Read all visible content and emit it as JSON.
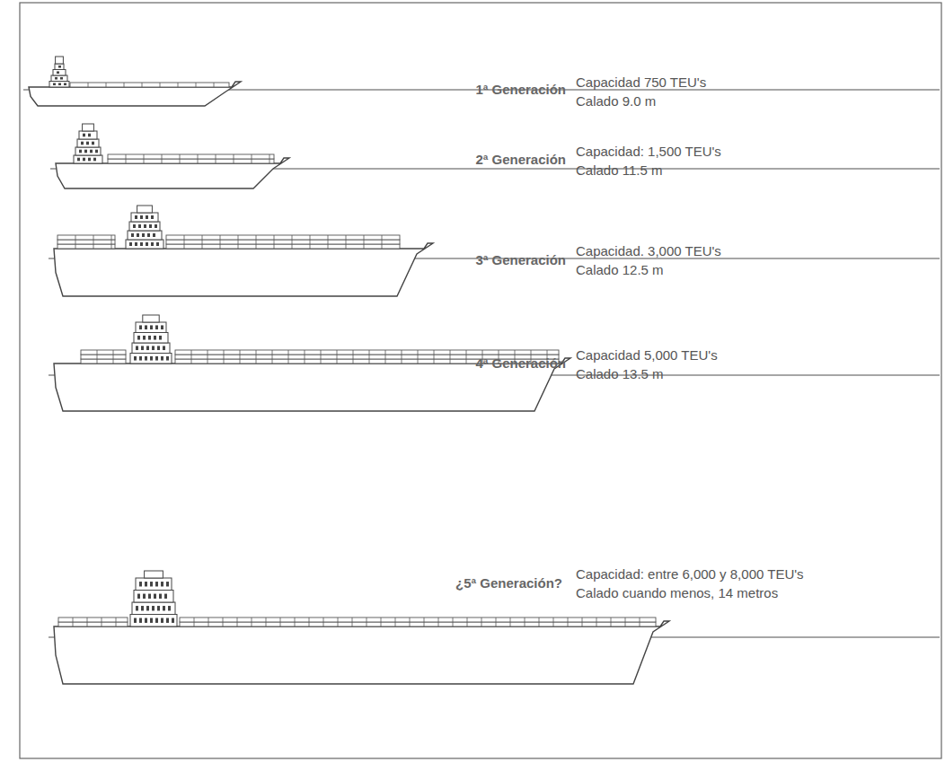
{
  "diagram": {
    "labels": [
      "1ª Generación",
      "Capacidad 750 TEU's",
      "Calado 9.0 m",
      "2ª Generación",
      "Capacidad: 1,500 TEU's",
      "Calado 11.5 m",
      "3ª Generación",
      "Capacidad. 3,000 TEU's",
      "Calado 12.5 m",
      "4ª Generación",
      "Capacidad 5,000 TEU's",
      "Calado 13.5 m",
      "¿5ª Generación?",
      "Capacidad: entre 6,000 y 8,000 TEU's",
      "Calado cuando menos, 14 metros"
    ]
  }
}
